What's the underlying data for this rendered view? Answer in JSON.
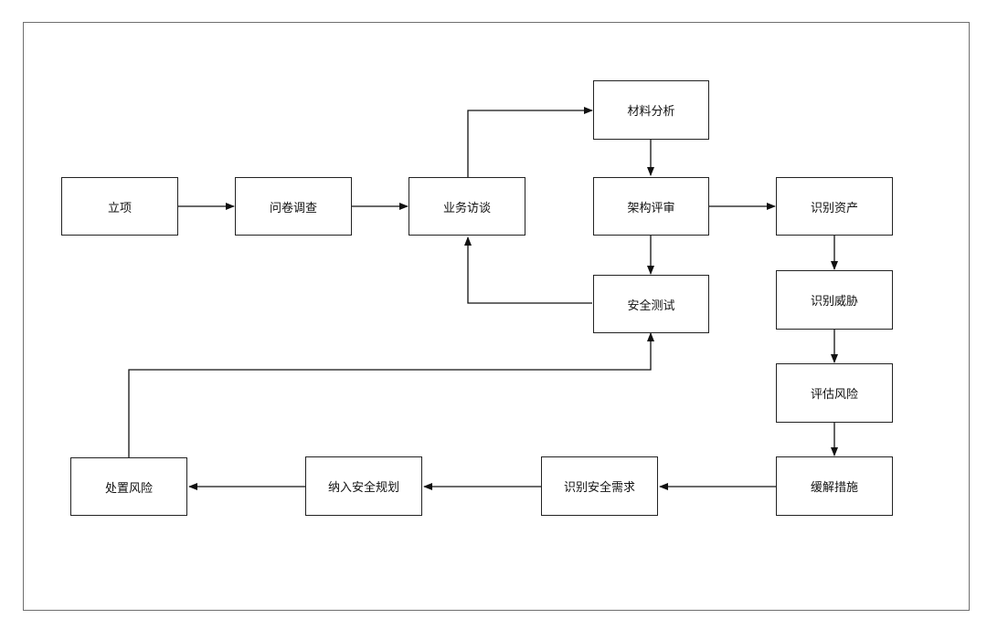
{
  "nodes": {
    "project_init": "立项",
    "questionnaire": "问卷调查",
    "business_interview": "业务访谈",
    "material_analysis": "材料分析",
    "architecture_review": "架构评审",
    "security_test": "安全测试",
    "identify_assets": "识别资产",
    "identify_threats": "识别威胁",
    "assess_risk": "评估风险",
    "mitigation": "缓解措施",
    "identify_security_requirements": "识别安全需求",
    "include_security_plan": "纳入安全规划",
    "handle_risk": "处置风险"
  },
  "edges": [
    {
      "from": "project_init",
      "to": "questionnaire"
    },
    {
      "from": "questionnaire",
      "to": "business_interview"
    },
    {
      "from": "business_interview",
      "to": "material_analysis"
    },
    {
      "from": "material_analysis",
      "to": "architecture_review"
    },
    {
      "from": "architecture_review",
      "to": "security_test"
    },
    {
      "from": "security_test",
      "to": "business_interview"
    },
    {
      "from": "architecture_review",
      "to": "identify_assets"
    },
    {
      "from": "identify_assets",
      "to": "identify_threats"
    },
    {
      "from": "identify_threats",
      "to": "assess_risk"
    },
    {
      "from": "assess_risk",
      "to": "mitigation"
    },
    {
      "from": "mitigation",
      "to": "identify_security_requirements"
    },
    {
      "from": "identify_security_requirements",
      "to": "include_security_plan"
    },
    {
      "from": "include_security_plan",
      "to": "handle_risk"
    },
    {
      "from": "handle_risk",
      "to": "security_test"
    }
  ]
}
